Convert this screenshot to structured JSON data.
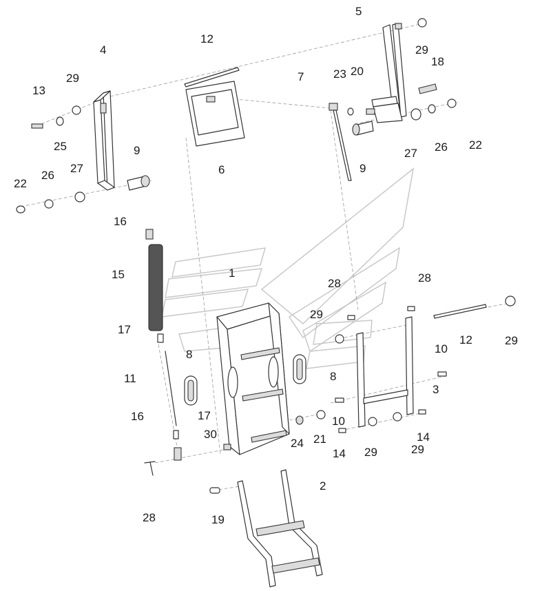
{
  "diagram": {
    "callouts": [
      {
        "id": "c5",
        "text": "5"
      },
      {
        "id": "c29a",
        "text": "29"
      },
      {
        "id": "c12a",
        "text": "12"
      },
      {
        "id": "c4",
        "text": "4"
      },
      {
        "id": "c18",
        "text": "18"
      },
      {
        "id": "c7",
        "text": "7"
      },
      {
        "id": "c23",
        "text": "23"
      },
      {
        "id": "c20",
        "text": "20"
      },
      {
        "id": "c13",
        "text": "13"
      },
      {
        "id": "c29b",
        "text": "29"
      },
      {
        "id": "c25",
        "text": "25"
      },
      {
        "id": "c22a",
        "text": "22"
      },
      {
        "id": "c27a",
        "text": "27"
      },
      {
        "id": "c26a",
        "text": "26"
      },
      {
        "id": "c9a",
        "text": "9"
      },
      {
        "id": "c6",
        "text": "6"
      },
      {
        "id": "c9b",
        "text": "9"
      },
      {
        "id": "c27b",
        "text": "27"
      },
      {
        "id": "c26b",
        "text": "26"
      },
      {
        "id": "c22b",
        "text": "22"
      },
      {
        "id": "c16a",
        "text": "16"
      },
      {
        "id": "c15",
        "text": "15"
      },
      {
        "id": "c1",
        "text": "1"
      },
      {
        "id": "c28a",
        "text": "28"
      },
      {
        "id": "c28b",
        "text": "28"
      },
      {
        "id": "c29c",
        "text": "29"
      },
      {
        "id": "c17a",
        "text": "17"
      },
      {
        "id": "c12b",
        "text": "12"
      },
      {
        "id": "c29d",
        "text": "29"
      },
      {
        "id": "c8a",
        "text": "8"
      },
      {
        "id": "c8b",
        "text": "8"
      },
      {
        "id": "c10a",
        "text": "10"
      },
      {
        "id": "c11",
        "text": "11"
      },
      {
        "id": "c3",
        "text": "3"
      },
      {
        "id": "c16b",
        "text": "16"
      },
      {
        "id": "c17b",
        "text": "17"
      },
      {
        "id": "c10b",
        "text": "10"
      },
      {
        "id": "c30",
        "text": "30"
      },
      {
        "id": "c24",
        "text": "24"
      },
      {
        "id": "c21",
        "text": "21"
      },
      {
        "id": "c14a",
        "text": "14"
      },
      {
        "id": "c29e",
        "text": "29"
      },
      {
        "id": "c29f",
        "text": "29"
      },
      {
        "id": "c14b",
        "text": "14"
      },
      {
        "id": "c2",
        "text": "2"
      },
      {
        "id": "c28c",
        "text": "28"
      },
      {
        "id": "c19",
        "text": "19"
      }
    ]
  }
}
